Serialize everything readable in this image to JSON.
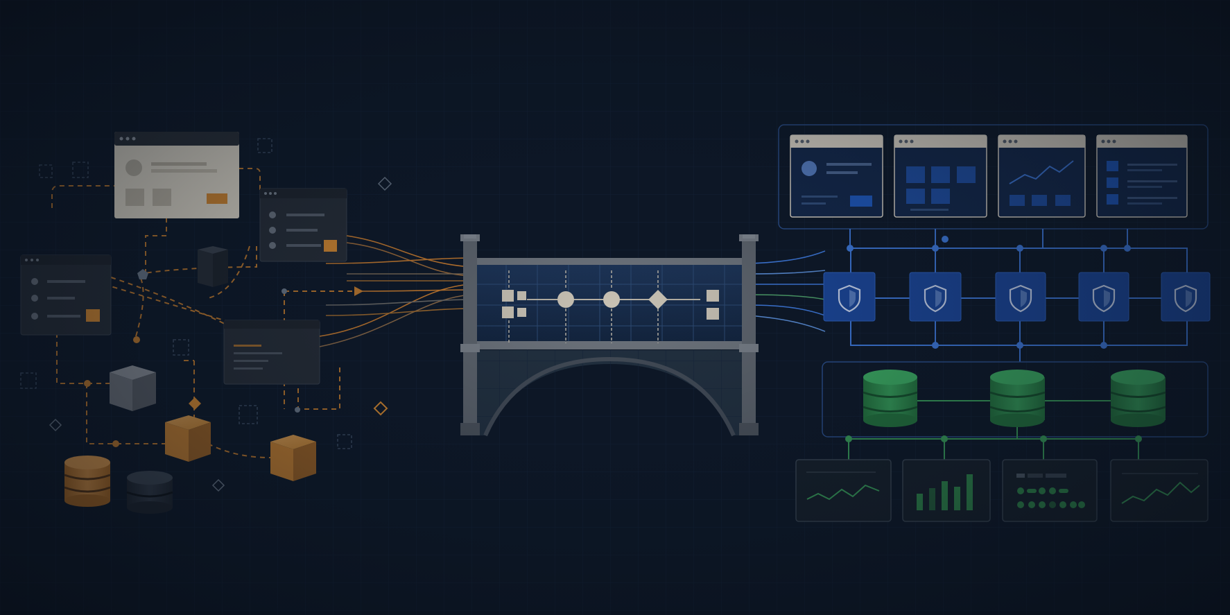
{
  "palette": {
    "background": "#0d1726",
    "grid": "#15243a",
    "legacy_orange": "#d98a2e",
    "legacy_panel": "#262c35",
    "legacy_paper": "#e8e0cf",
    "bridge_stone": "#5f656d",
    "bridge_deck": "#1d3457",
    "modern_blue": "#1f4fa6",
    "modern_line": "#3f7be0",
    "data_green": "#2f8a4a",
    "data_line": "#3aa35a"
  },
  "legacy_side": {
    "windows": [
      {
        "style": "light",
        "icon": "profile-card-icon"
      },
      {
        "style": "dark",
        "icon": "list-window-icon"
      },
      {
        "style": "dark",
        "icon": "list-window-icon"
      },
      {
        "style": "dark",
        "icon": "text-window-icon"
      }
    ],
    "blocks": [
      "grey-cube-icon",
      "orange-cube-icon",
      "orange-cube-icon",
      "dark-cube-icon"
    ],
    "databases": [
      "orange-database-icon",
      "dark-database-icon"
    ]
  },
  "bridge": {
    "nodes": [
      "square-cluster-icon",
      "circle-node-icon",
      "circle-node-icon",
      "diamond-node-icon",
      "square-pair-icon"
    ]
  },
  "modern_side": {
    "apps": [
      {
        "icon": "profile-app-icon"
      },
      {
        "icon": "grid-app-icon"
      },
      {
        "icon": "line-chart-app-icon"
      },
      {
        "icon": "list-app-icon"
      }
    ],
    "services": [
      "shield-icon",
      "shield-icon",
      "shield-icon",
      "shield-icon",
      "shield-icon"
    ],
    "databases": [
      "green-database-icon",
      "green-database-icon",
      "green-database-icon"
    ],
    "dashboards": [
      {
        "icon": "line-chart-icon"
      },
      {
        "icon": "bar-chart-icon"
      },
      {
        "icon": "dot-matrix-icon"
      },
      {
        "icon": "line-chart-icon"
      }
    ]
  }
}
